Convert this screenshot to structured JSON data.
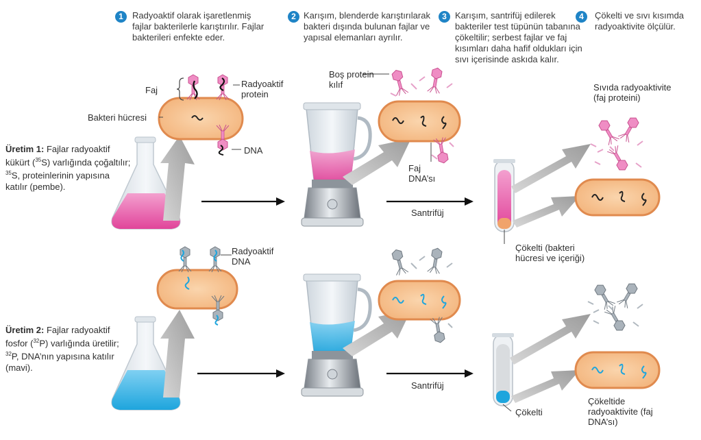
{
  "steps": [
    {
      "number": "1",
      "text": "Radyoaktif olarak işaretlenmiş fajlar bakterilerle karıştırılır. Fajlar bakterileri enfekte eder."
    },
    {
      "number": "2",
      "text": "Karışım, blenderde karıştırılarak bakteri dışında bulunan fajlar ve yapısal elemanları ayrılır."
    },
    {
      "number": "3",
      "text": "Karışım, santrifüj edilerek bakteriler test tüpünün tabanına çökeltilir; serbest fajlar ve faj kısımları daha hafif oldukları için sıvı içerisinde askıda kalır."
    },
    {
      "number": "4",
      "text": "Çökelti ve sıvı kısımda radyoaktivite ölçülür."
    }
  ],
  "labels": {
    "faj": "Faj",
    "radyoaktif_protein": "Radyoaktif protein",
    "bakteri_hucresi": "Bakteri hücresi",
    "dna": "DNA",
    "bos_protein_kilif": "Boş protein kılıf",
    "faj_dnasi": "Faj DNA’sı",
    "radyoaktif_dna": "Radyoaktif DNA",
    "santrifuj_1": "Santrifüj",
    "santrifuj_2": "Santrifüj",
    "sivida_radyoaktivite": "Sıvıda radyoaktivite (faj proteini)",
    "cokelti_bakteri": "Çökelti (bakteri hücresi ve içeriği)",
    "cokelti": "Çökelti",
    "cokeltide_radyoaktivite": "Çökeltide radyoaktivite (faj DNA’sı)"
  },
  "productions": [
    {
      "title": "Üretim 1:",
      "text_a": "Fajlar radyoaktif kükürt (",
      "sup_a": "35",
      "text_b": "S) varlığında çoğaltılır; ",
      "sup_b": "35",
      "text_c": "S, proteinlerinin yapısına katılır (pembe)."
    },
    {
      "title": "Üretim 2:",
      "text_a": "Fajlar radyoaktif fosfor (",
      "sup_a": "32",
      "text_b": "P) varlığında üretilir; ",
      "sup_b": "32",
      "text_c": "P, DNA’nın yapısına katılır (mavi)."
    }
  ],
  "colors": {
    "step_badge": "#1f84c6",
    "pink_liquid": "#e85aa6",
    "blue_liquid": "#27aee3",
    "bacteria_fill": "#f6c08e",
    "bacteria_border": "#e08a4e",
    "gray_arrow": "#a9a9a9"
  },
  "icons": [
    "flask-icon",
    "blender-icon",
    "test-tube-icon",
    "bacteriophage-icon",
    "bacterium-icon",
    "arrow-icon"
  ]
}
